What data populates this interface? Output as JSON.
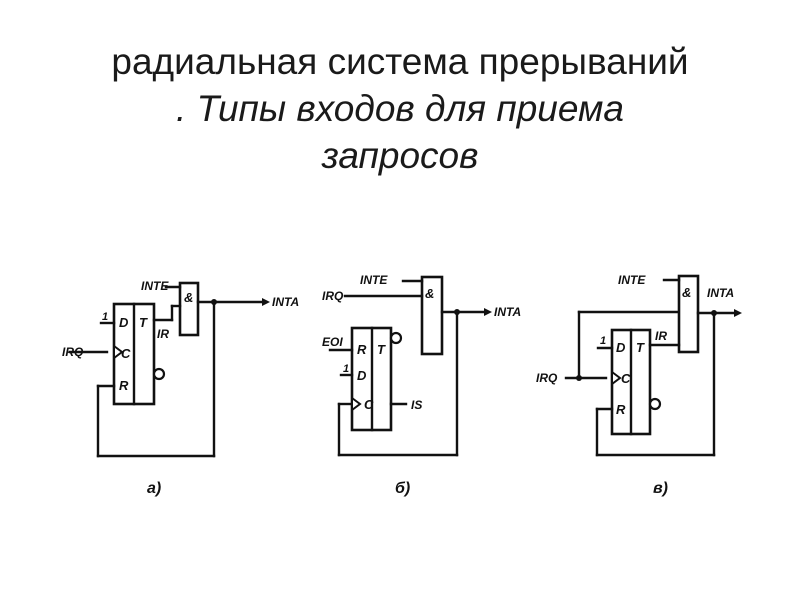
{
  "title": {
    "line1": "радиальная система прерываний",
    "line2": ". Типы входов для приема",
    "line3": "запросов"
  },
  "diagram_a": {
    "inte": "INTE",
    "and": "&",
    "inta": "INTA",
    "ir": "IR",
    "one": "1",
    "d": "D",
    "t": "T",
    "c": "C",
    "r": "R",
    "irq": "IRQ",
    "caption": "а)"
  },
  "diagram_b": {
    "inte": "INTE",
    "and": "&",
    "inta": "INTA",
    "irq": "IRQ",
    "eoi": "EOI",
    "one": "1",
    "r": "R",
    "d": "D",
    "t": "T",
    "c": "C",
    "is": "IS",
    "caption": "б)"
  },
  "diagram_c": {
    "inte": "INTE",
    "and": "&",
    "inta": "INTA",
    "ir": "IR",
    "one": "1",
    "d": "D",
    "t": "T",
    "c": "C",
    "r": "R",
    "irq": "IRQ",
    "caption": "в)"
  }
}
